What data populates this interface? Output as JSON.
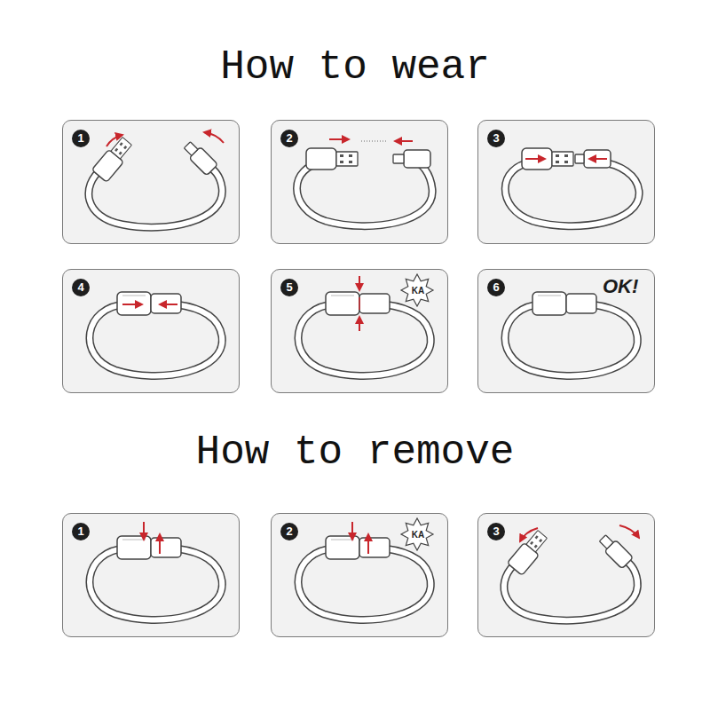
{
  "diagram": {
    "title": "How to wear",
    "nodes": [
      {
        "text": [
          "1"
        ]
      },
      {
        "text": [
          "2"
        ]
      },
      {
        "text": [
          "3"
        ]
      },
      {
        "text": [
          "4"
        ]
      },
      {
        "text": [
          "5",
          "KA"
        ]
      },
      {
        "text": [
          "6",
          "OK!"
        ]
      },
      {
        "text": [
          "1"
        ]
      },
      {
        "text": [
          "2",
          "KA"
        ]
      },
      {
        "text": [
          "3"
        ]
      }
    ],
    "labels": [
      "How to remove"
    ]
  }
}
